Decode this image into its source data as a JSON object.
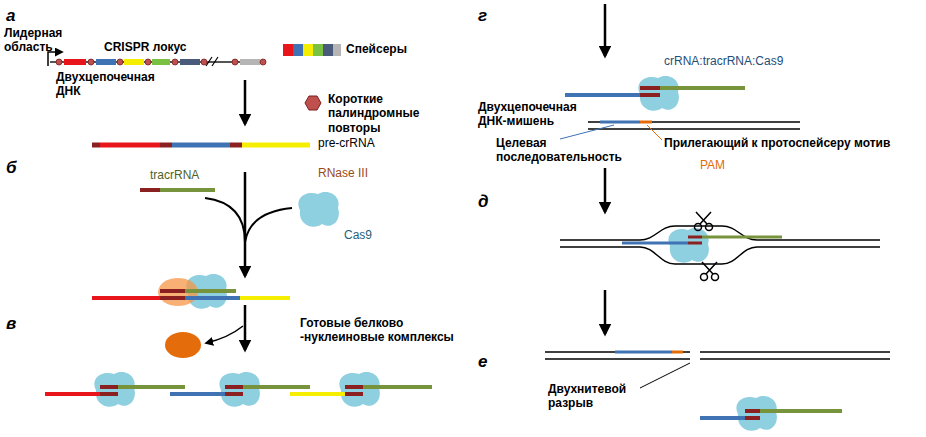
{
  "diagram": {
    "labels": [
      "а",
      "Лидерная область",
      "CRISPR локус",
      "Двухцепочечная ДНК",
      "Спейсеры",
      "Короткие палиндромные повторы",
      "pre-crRNA",
      "б",
      "tracrRNA",
      "RNase III",
      "Cas9",
      "в",
      "Готовые белково -нуклеиновые комплексы",
      "г",
      "crRNA:tracrRNA:Cas9",
      "Двухцепочечная ДНК-мишень",
      "Целевая последовательность",
      "Прилегающий к протоспейсеру мотив",
      "PAM",
      "д",
      "е",
      "Двухнитевой разрыв"
    ]
  }
}
